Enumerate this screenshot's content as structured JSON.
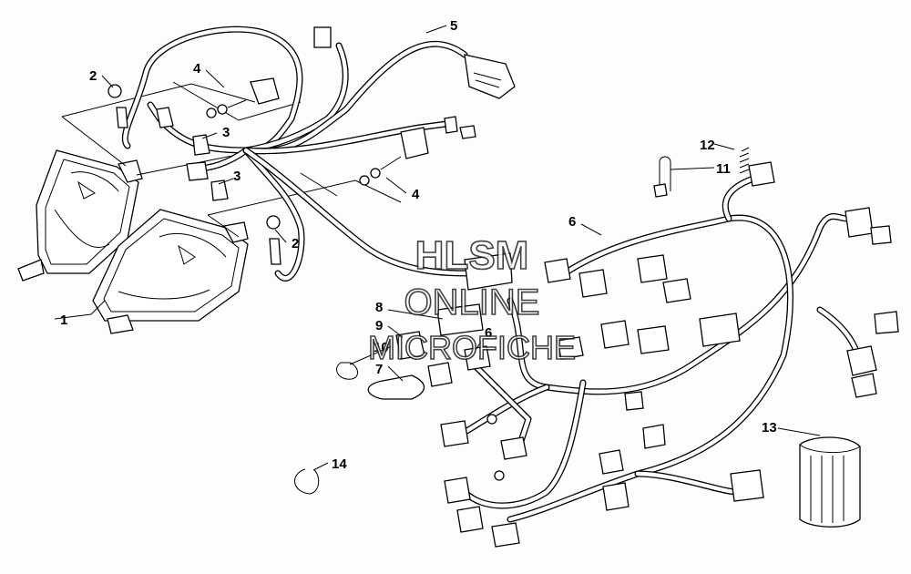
{
  "diagram": {
    "callouts": {
      "c1": "1",
      "c2a": "2",
      "c2b": "2",
      "c3a": "3",
      "c3b": "3",
      "c4a": "4",
      "c4b": "4",
      "c5": "5",
      "c6a": "6",
      "c6b": "6",
      "c7": "7",
      "c8": "8",
      "c9": "9",
      "c10": "10",
      "c11": "11",
      "c12": "12",
      "c13": "13",
      "c14": "14"
    },
    "watermark": {
      "line1": "HLSM",
      "line2": "ONLINE",
      "line3": "MICROFICHE"
    }
  }
}
